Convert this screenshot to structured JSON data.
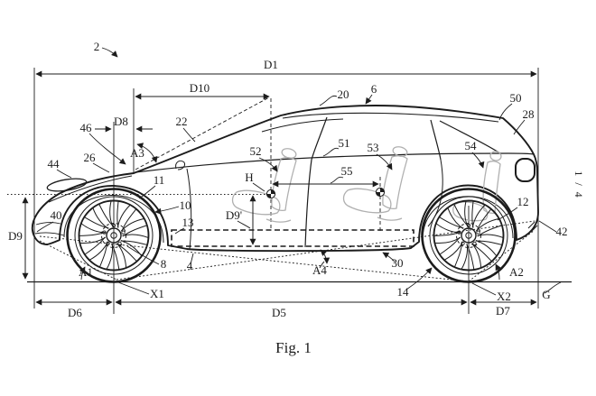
{
  "figure": {
    "caption": "Fig. 1",
    "sheet_number": "1 / 4",
    "description": "Patent line drawing, side elevation of a sport-utility vehicle with dimension and reference callouts"
  },
  "labels": {
    "ref2": "2",
    "ref4": "4",
    "ref6": "6",
    "ref8": "8",
    "ref10": "10",
    "ref11": "11",
    "ref12": "12",
    "ref13": "13",
    "ref14": "14",
    "ref20": "20",
    "ref22": "22",
    "ref26": "26",
    "ref28": "28",
    "ref30": "30",
    "ref40": "40",
    "ref42": "42",
    "ref44": "44",
    "ref46": "46",
    "ref50": "50",
    "ref51": "51",
    "ref52": "52",
    "ref53": "53",
    "ref54": "54",
    "ref55": "55",
    "d1": "D1",
    "d5": "D5",
    "d6": "D6",
    "d7": "D7",
    "d8": "D8",
    "d9": "D9",
    "d9prime": "D9'",
    "d10": "D10",
    "a1": "A1",
    "a2": "A2",
    "a3": "A3",
    "a4": "A4",
    "x1": "X1",
    "x2": "X2",
    "h": "H",
    "g": "G"
  },
  "colors": {
    "ink": "#1c1c1c",
    "seat_gray": "#b0b0b0",
    "background": "#ffffff"
  }
}
